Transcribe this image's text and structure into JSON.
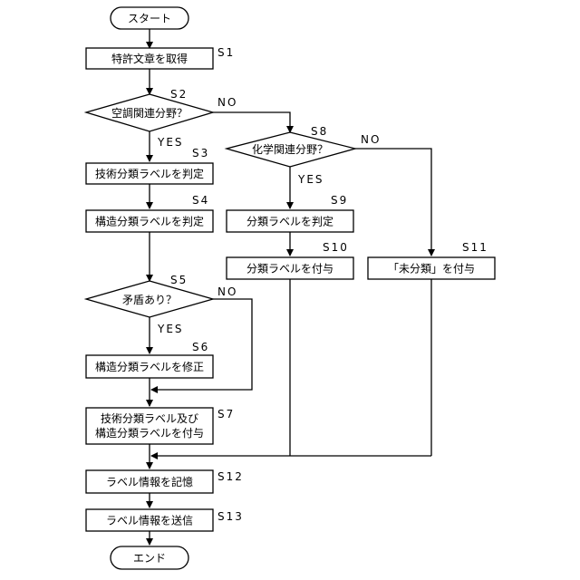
{
  "nodes": {
    "start": "スタート",
    "s1": "特許文章を取得",
    "s2": "空調関連分野？",
    "s3": "技術分類ラベルを判定",
    "s4": "構造分類ラベルを判定",
    "s5": "矛盾あり？",
    "s6": "構造分類ラベルを修正",
    "s7_line1": "技術分類ラベル及び",
    "s7_line2": "構造分類ラベルを付与",
    "s8": "化学関連分野？",
    "s9": "分類ラベルを判定",
    "s10": "分類ラベルを付与",
    "s11": "「未分類」を付与",
    "s12": "ラベル情報を記憶",
    "s13": "ラベル情報を送信",
    "end": "エンド"
  },
  "steps": {
    "s1": "S1",
    "s2": "S2",
    "s3": "S3",
    "s4": "S4",
    "s5": "S5",
    "s6": "S6",
    "s7": "S7",
    "s8": "S8",
    "s9": "S9",
    "s10": "S10",
    "s11": "S11",
    "s12": "S12",
    "s13": "S13"
  },
  "branches": {
    "yes": "YES",
    "no": "NO"
  }
}
